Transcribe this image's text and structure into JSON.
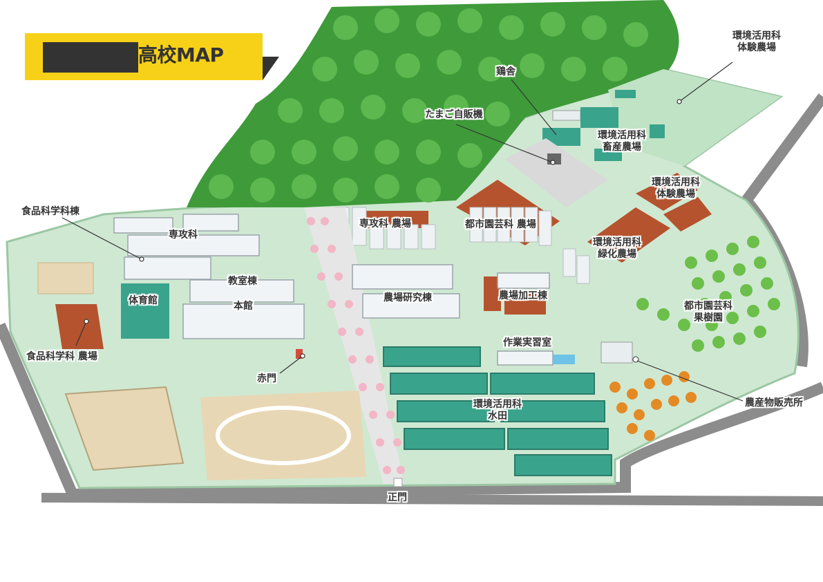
{
  "title": {
    "suffix": "高校MAP"
  },
  "colors": {
    "title_bg": "#f7d117",
    "forest": "#3f9a3a",
    "ground": "#cfe8d2",
    "road": "#8c8c8c",
    "field": "#b5532e",
    "paddy": "#3aa38c",
    "track": "#e8d7b4",
    "orchard": "#e48a25"
  },
  "labels": {
    "kanko_taiken_top": "環境活用科\n体験農場",
    "keisha": "鶏舎",
    "tamago": "たまご自販機",
    "kanko_chikusan": "環境活用科\n畜産農場",
    "kanko_taiken_mid": "環境活用科\n体験農場",
    "kanko_ryokuka": "環境活用科\n緑化農場",
    "toshi_kajuen": "都市園芸科\n果樹園",
    "nousanbutsu": "農産物販売所",
    "toshi_nojo": "都市園芸科 農場",
    "senko_nojo": "専攻科 農場",
    "nojo_kenkyu": "農場研究棟",
    "nojo_kako": "農場加工棟",
    "sagyo_jisshu": "作業実習室",
    "kanko_suiden": "環境活用科\n水田",
    "shokuhin_to": "食品科学科棟",
    "senko_ka": "専攻科",
    "kyoshitsu": "教室棟",
    "honkan": "本館",
    "taiikukan": "体育館",
    "shokuhin_nojo": "食品科学科 農場",
    "akamon": "赤門",
    "seimon": "正門"
  }
}
